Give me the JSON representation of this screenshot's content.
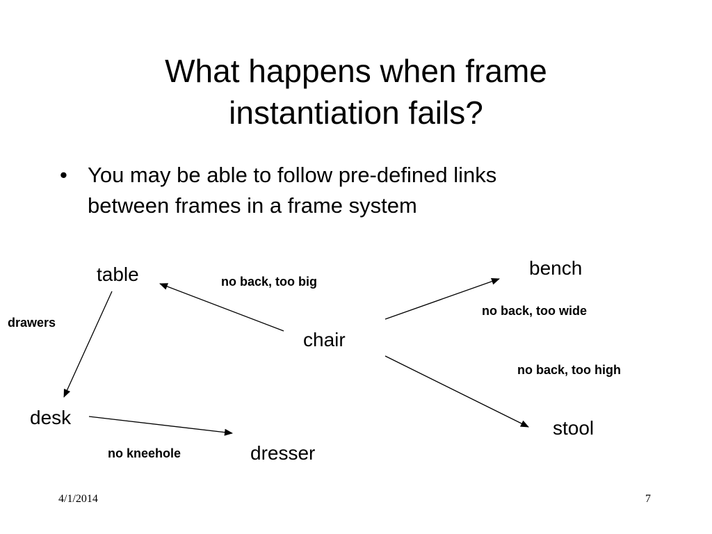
{
  "slide": {
    "title_line1": "What happens when frame",
    "title_line2": "instantiation fails?",
    "bullet_symbol": "•",
    "bullet_line1": "You may be able to follow pre-defined links",
    "bullet_line2": "between frames in a frame system",
    "date": "4/1/2014",
    "page_number": "7"
  },
  "diagram": {
    "nodes": {
      "table": "table",
      "bench": "bench",
      "chair": "chair",
      "desk": "desk",
      "dresser": "dresser",
      "stool": "stool"
    },
    "edges": [
      {
        "from": "chair",
        "to": "table",
        "label": "no back, too big"
      },
      {
        "from": "chair",
        "to": "bench",
        "label": "no back, too wide"
      },
      {
        "from": "chair",
        "to": "stool",
        "label": "no back, too high"
      },
      {
        "from": "table",
        "to": "desk",
        "label": "drawers"
      },
      {
        "from": "desk",
        "to": "dresser",
        "label": "no kneehole"
      }
    ]
  }
}
